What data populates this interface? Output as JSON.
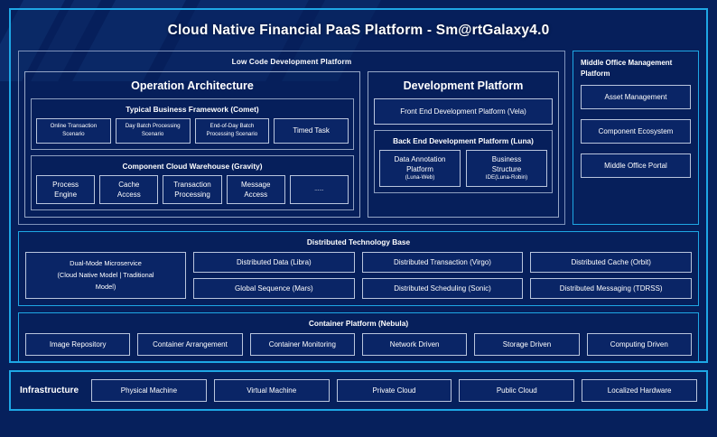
{
  "page": {
    "title": "Cloud Native Financial PaaS Platform - Sm@rtGalaxy4.0",
    "accent_color": "#1ea7e5",
    "background_color": "#06205c",
    "box_border_color": "#b9c5dd"
  },
  "low_code": {
    "caption": "Low Code Development Platform",
    "operation_architecture": {
      "title": "Operation Architecture",
      "groups": [
        {
          "title": "Typical Business Framework (Comet)",
          "items": [
            {
              "lines": [
                "Online Transaction",
                "Scenario"
              ]
            },
            {
              "lines": [
                "Day Batch Processing",
                "Scenario"
              ]
            },
            {
              "lines": [
                "End-of-Day Batch",
                "Processing Scenario"
              ]
            },
            {
              "lines": [
                "Timed Task"
              ]
            }
          ]
        },
        {
          "title": "Component Cloud Warehouse (Gravity)",
          "items": [
            {
              "lines": [
                "Process",
                "Engine"
              ]
            },
            {
              "lines": [
                "Cache",
                "Access"
              ]
            },
            {
              "lines": [
                "Transaction",
                "Processing"
              ]
            },
            {
              "lines": [
                "Message",
                "Access"
              ]
            },
            {
              "lines": [
                "......"
              ]
            }
          ]
        }
      ]
    },
    "development_platform": {
      "title": "Development Platform",
      "front_end": "Front End Development Platform (Vela)",
      "back_end": {
        "title": "Back End Development Platform (Luna)",
        "items": [
          {
            "lines": [
              "Data Annotation",
              "Platform",
              "(Luna-Web)"
            ]
          },
          {
            "lines": [
              "Business",
              "Structure",
              "IDE(Luna-Robin)"
            ]
          }
        ]
      }
    }
  },
  "middle_office": {
    "title": "Middle Office Management Platform",
    "items": [
      "Asset Management",
      "Component Ecosystem",
      "Middle Office Portal"
    ]
  },
  "distributed_technology_base": {
    "title": "Distributed Technology Base",
    "dual_mode": {
      "lines": [
        "Dual-Mode Microservice",
        "(Cloud Native Model | Traditional",
        "Model)"
      ]
    },
    "columns": [
      [
        "Distributed Data (Libra)",
        "Global Sequence (Mars)"
      ],
      [
        "Distributed Transaction (Virgo)",
        "Distributed Scheduling (Sonic)"
      ],
      [
        "Distributed Cache (Orbit)",
        "Distributed Messaging (TDRSS)"
      ]
    ]
  },
  "container_platform": {
    "title": "Container Platform (Nebula)",
    "items": [
      "Image Repository",
      "Container Arrangement",
      "Container Monitoring",
      "Network Driven",
      "Storage Driven",
      "Computing Driven"
    ]
  },
  "infrastructure": {
    "label": "Infrastructure",
    "items": [
      "Physical Machine",
      "Virtual Machine",
      "Private Cloud",
      "Public Cloud",
      "Localized Hardware"
    ]
  }
}
